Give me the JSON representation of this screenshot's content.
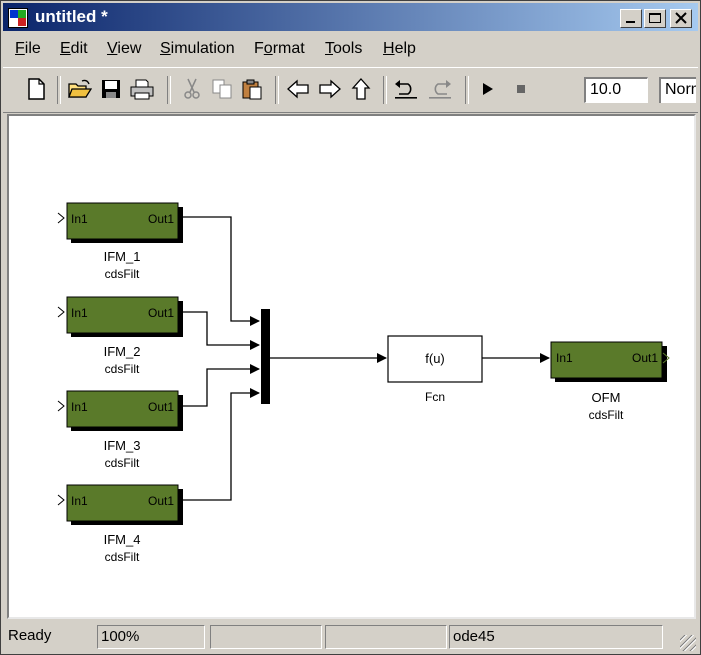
{
  "window": {
    "title": "untitled *"
  },
  "menu": {
    "file": {
      "label": "File",
      "accel": "F",
      "rest": "ile"
    },
    "edit": {
      "label": "Edit",
      "accel": "E",
      "rest": "dit"
    },
    "view": {
      "label": "View",
      "accel": "V",
      "rest": "iew"
    },
    "simulation": {
      "label": "Simulation",
      "accel": "S",
      "rest": "imulation"
    },
    "format": {
      "label": "Format",
      "pre": "F",
      "accel": "o",
      "rest": "rmat"
    },
    "tools": {
      "label": "Tools",
      "accel": "T",
      "rest": "ools"
    },
    "help": {
      "label": "Help",
      "accel": "H",
      "rest": "elp"
    }
  },
  "toolbar": {
    "stop_time": "10.0",
    "sim_mode": "Normal",
    "icons": [
      "new-model-icon",
      "open-icon",
      "save-icon",
      "print-icon",
      "cut-icon",
      "copy-icon",
      "paste-icon",
      "back-icon",
      "forward-icon",
      "up-icon",
      "undo-icon",
      "redo-icon",
      "start-simulation-icon",
      "stop-simulation-icon"
    ]
  },
  "diagram": {
    "subsystems": [
      {
        "id": "ifm1",
        "name": "IFM_1",
        "sublabel": "cdsFilt",
        "in_port": "In1",
        "out_port": "Out1"
      },
      {
        "id": "ifm2",
        "name": "IFM_2",
        "sublabel": "cdsFilt",
        "in_port": "In1",
        "out_port": "Out1"
      },
      {
        "id": "ifm3",
        "name": "IFM_3",
        "sublabel": "cdsFilt",
        "in_port": "In1",
        "out_port": "Out1"
      },
      {
        "id": "ifm4",
        "name": "IFM_4",
        "sublabel": "cdsFilt",
        "in_port": "In1",
        "out_port": "Out1"
      },
      {
        "id": "ofm",
        "name": "OFM",
        "sublabel": "cdsFilt",
        "in_port": "In1",
        "out_port": "Out1"
      }
    ],
    "fcn": {
      "expression": "f(u)",
      "name": "Fcn"
    },
    "block_color": "#5a7a2a"
  },
  "status": {
    "state": "Ready",
    "zoom": "100%",
    "field3": "",
    "field4": "",
    "solver": "ode45"
  }
}
